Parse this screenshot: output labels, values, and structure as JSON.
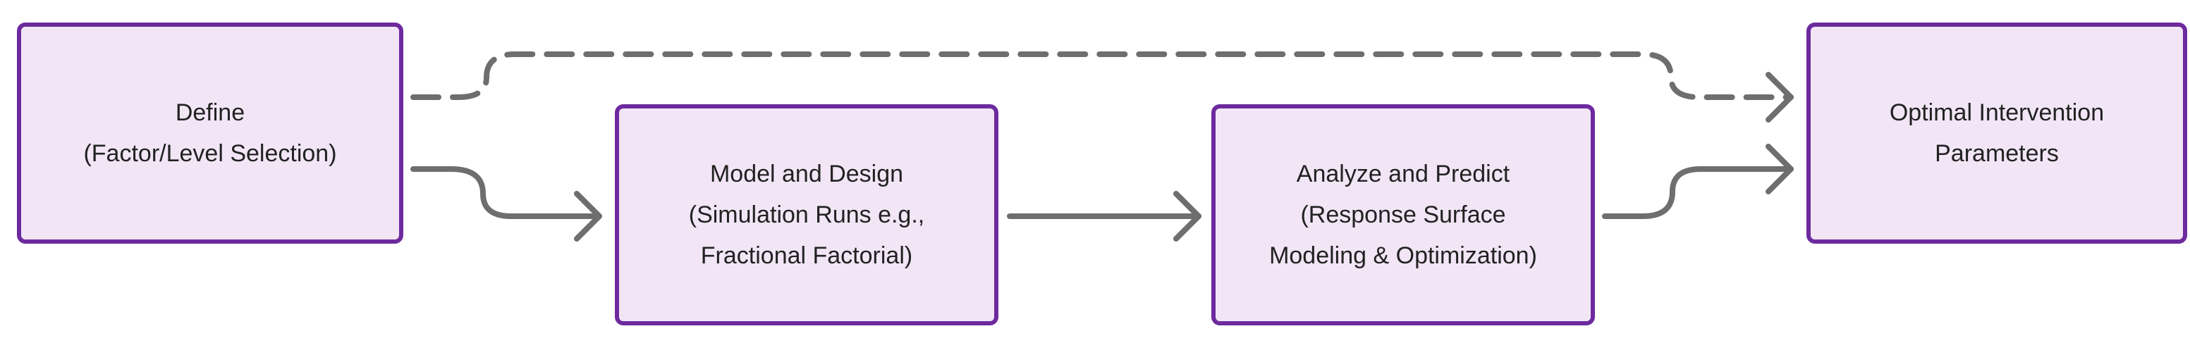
{
  "diagram": {
    "nodes": [
      {
        "id": "define",
        "lines": [
          "Define",
          "(Factor/Level Selection)"
        ]
      },
      {
        "id": "model",
        "lines": [
          "Model and Design",
          "(Simulation Runs e.g.,",
          "Fractional Factorial)"
        ]
      },
      {
        "id": "analyze",
        "lines": [
          "Analyze and Predict",
          "(Response Surface",
          "Modeling & Optimization)"
        ]
      },
      {
        "id": "optimal",
        "lines": [
          "Optimal Intervention",
          "Parameters"
        ]
      }
    ],
    "edges": [
      {
        "from": "define",
        "to": "model",
        "style": "solid"
      },
      {
        "from": "model",
        "to": "analyze",
        "style": "solid"
      },
      {
        "from": "analyze",
        "to": "optimal",
        "style": "solid"
      },
      {
        "from": "define",
        "to": "optimal",
        "style": "dashed"
      }
    ],
    "colors": {
      "node_fill": "#f2e6f6",
      "node_border": "#6d2a9e",
      "edge": "#6e6e6e",
      "text": "#222222"
    }
  }
}
